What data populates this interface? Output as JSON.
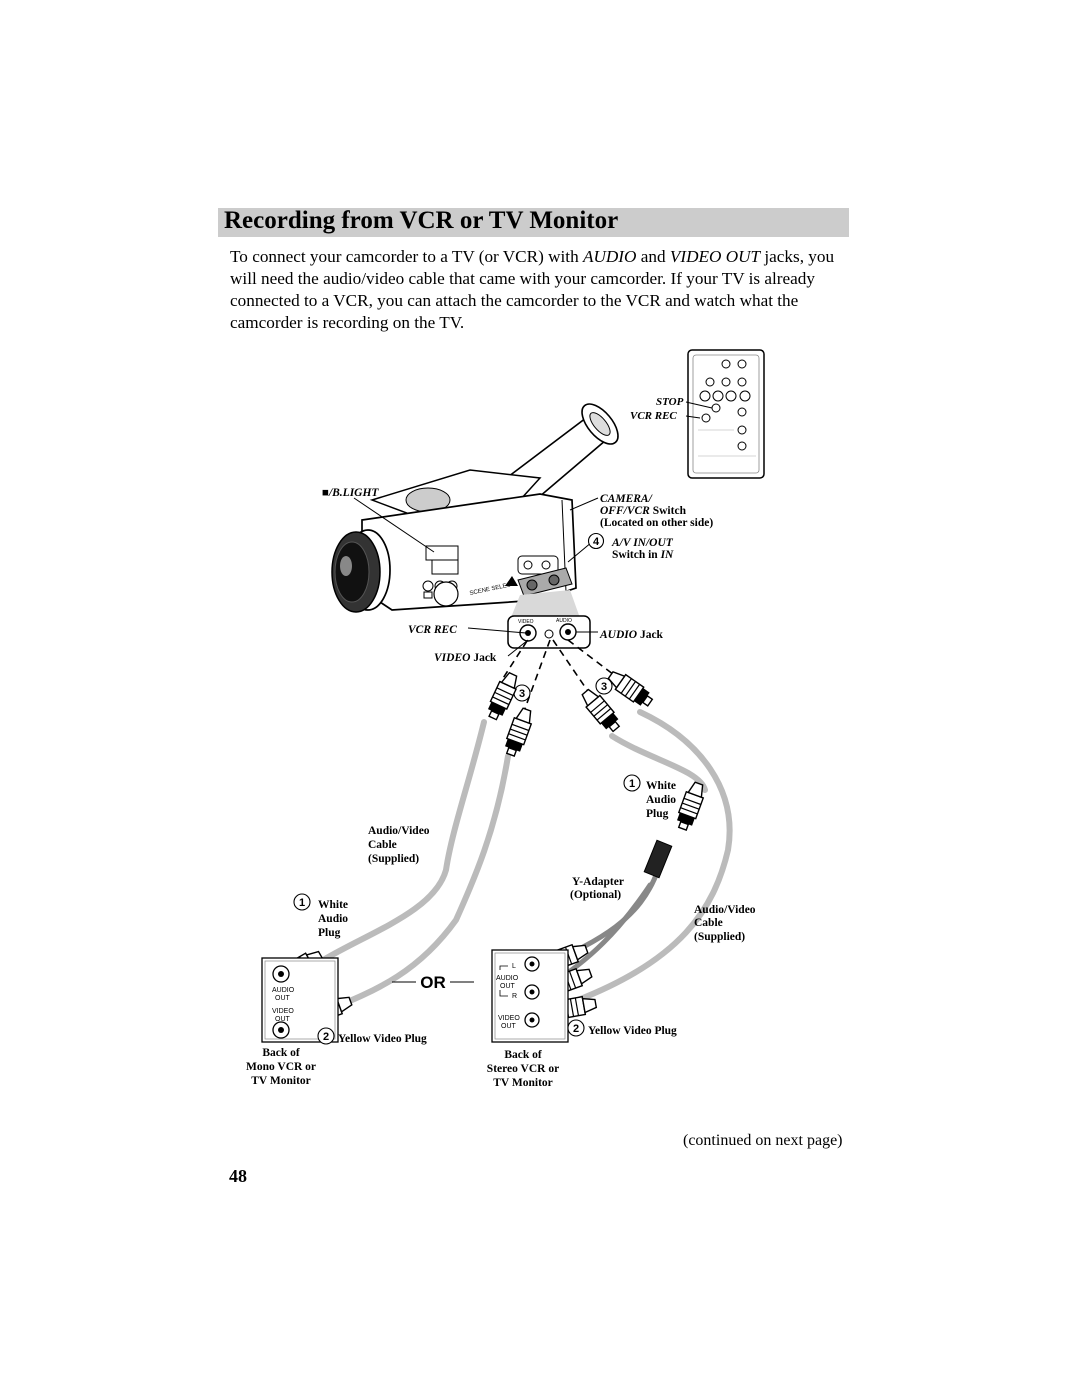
{
  "title": "Recording from VCR or TV Monitor",
  "intro": {
    "p1": "To connect your camcorder to a TV (or VCR) with ",
    "audio": "AUDIO",
    "p2": " and ",
    "video_out": "VIDEO OUT",
    "p3": " jacks, you will need the audio/video cable that came with your camcorder.  If your TV is already connected to a VCR, you can attach the camcorder to the VCR and watch what the camcorder is recording on the TV."
  },
  "labels": {
    "stop": "STOP",
    "vcr_rec_remote": "VCR REC",
    "b_light": "■/B.LIGHT",
    "camera": "CAMERA/",
    "off_vcr_italic": "OFF/VCR",
    "switch_word": " Switch",
    "located": "(Located on other side)",
    "step4": "4",
    "av_in_out": "A/V IN/OUT",
    "switch_in": "Switch in ",
    "in_word": "IN",
    "vcr_rec_cam": "VCR REC",
    "audio_jack_italic": "AUDIO",
    "audio_jack_word": " Jack",
    "video_jack_italic": "VIDEO",
    "video_jack_word": " Jack",
    "step3": "3",
    "step1": "1",
    "step2": "2",
    "white": "White",
    "audio": "Audio",
    "plug": "Plug",
    "av_cable": "Audio/Video",
    "cable": "Cable",
    "supplied": "(Supplied)",
    "y_adapter": "Y-Adapter",
    "optional": "(Optional)",
    "yellow_video_plug": "Yellow Video Plug",
    "or": "OR",
    "panel_audio": "AUDIO",
    "panel_out": "OUT",
    "panel_video": "VIDEO",
    "panel_l": "L",
    "panel_r": "R",
    "back_of": "Back of",
    "mono_vcr_or": "Mono VCR or",
    "stereo_vcr_or": "Stereo VCR or",
    "tv_monitor": "TV Monitor",
    "scene_select": "SCENE SELECT",
    "cam_video": "VIDEO",
    "cam_audio": "AUDIO"
  },
  "footer": "(continued on next page)",
  "page_number": "48"
}
